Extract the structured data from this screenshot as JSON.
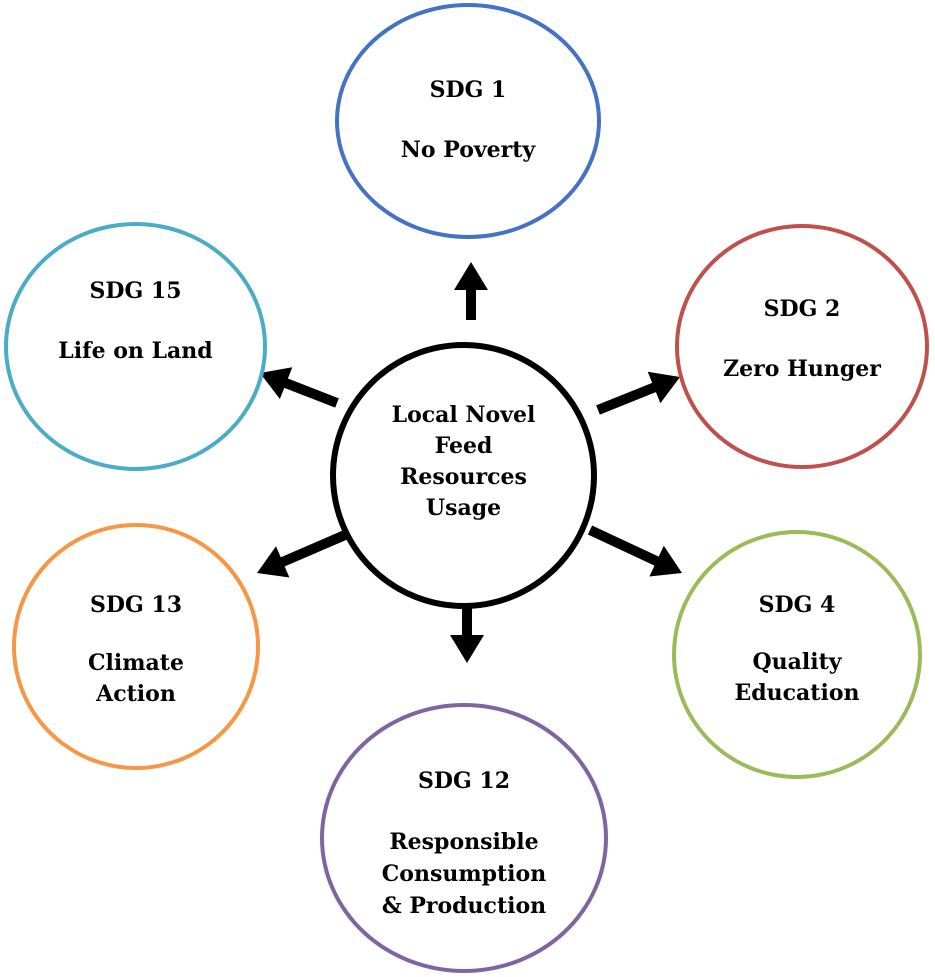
{
  "center": {
    "lines": [
      "Local Novel",
      "Feed",
      "Resources",
      "Usage"
    ],
    "color": "#000000"
  },
  "goals": [
    {
      "id": "sdg1",
      "code": "SDG 1",
      "lines": [
        "No Poverty"
      ],
      "color": "#4472c4"
    },
    {
      "id": "sdg2",
      "code": "SDG 2",
      "lines": [
        "Zero Hunger"
      ],
      "color": "#c0504d"
    },
    {
      "id": "sdg4",
      "code": "SDG 4",
      "lines": [
        "Quality",
        "Education"
      ],
      "color": "#9bbb59"
    },
    {
      "id": "sdg12",
      "code": "SDG 12",
      "lines": [
        "Responsible",
        "Consumption",
        "& Production"
      ],
      "color": "#8064a2"
    },
    {
      "id": "sdg13",
      "code": "SDG 13",
      "lines": [
        "Climate",
        "Action"
      ],
      "color": "#f79646"
    },
    {
      "id": "sdg15",
      "code": "SDG 15",
      "lines": [
        "Life on Land"
      ],
      "color": "#4bacc6"
    }
  ]
}
